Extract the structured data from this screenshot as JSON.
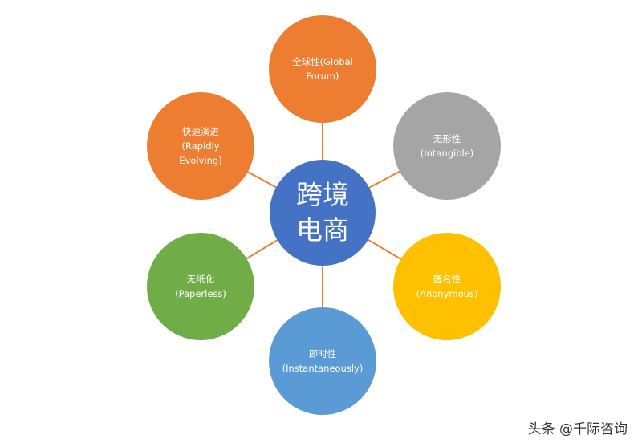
{
  "center": {
    "line1": "跨境",
    "line2": "电商",
    "color": "#4472C4"
  },
  "nodes": [
    {
      "line1": "全球性(Global",
      "line2": "Forum)",
      "line3": "",
      "color": "#ED7D31"
    },
    {
      "line1": "无形性",
      "line2": "(Intangible)",
      "line3": "",
      "color": "#A5A5A5"
    },
    {
      "line1": "匿名性",
      "line2": "(Anonymous)",
      "line3": "",
      "color": "#FFC000"
    },
    {
      "line1": "即时性",
      "line2": "(Instantaneously)",
      "line3": "",
      "color": "#5B9BD5"
    },
    {
      "line1": "无纸化",
      "line2": "(Paperless)",
      "line3": "",
      "color": "#70AD47"
    },
    {
      "line1": "快速演进",
      "line2": "(Rapidly",
      "line3": "Evolving)",
      "color": "#ED7D31"
    }
  ],
  "connector_color": "#ED7D31",
  "credit": "头条 @千际咨询"
}
